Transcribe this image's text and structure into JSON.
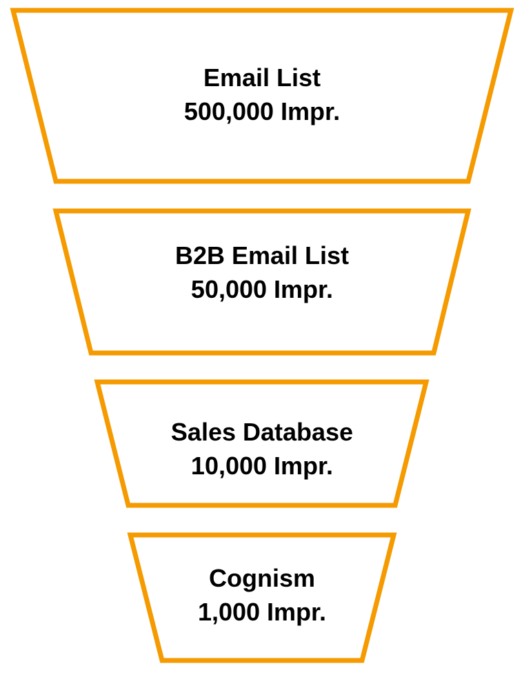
{
  "colors": {
    "outline": "#f59a00",
    "fill": "#ffffff",
    "text": "#000000"
  },
  "funnel": {
    "stages": [
      {
        "name": "Email List",
        "value": "500,000 Impr."
      },
      {
        "name": "B2B Email List",
        "value": "50,000 Impr."
      },
      {
        "name": "Sales Database",
        "value": "10,000 Impr."
      },
      {
        "name": "Cognism",
        "value": "1,000 Impr."
      }
    ]
  }
}
